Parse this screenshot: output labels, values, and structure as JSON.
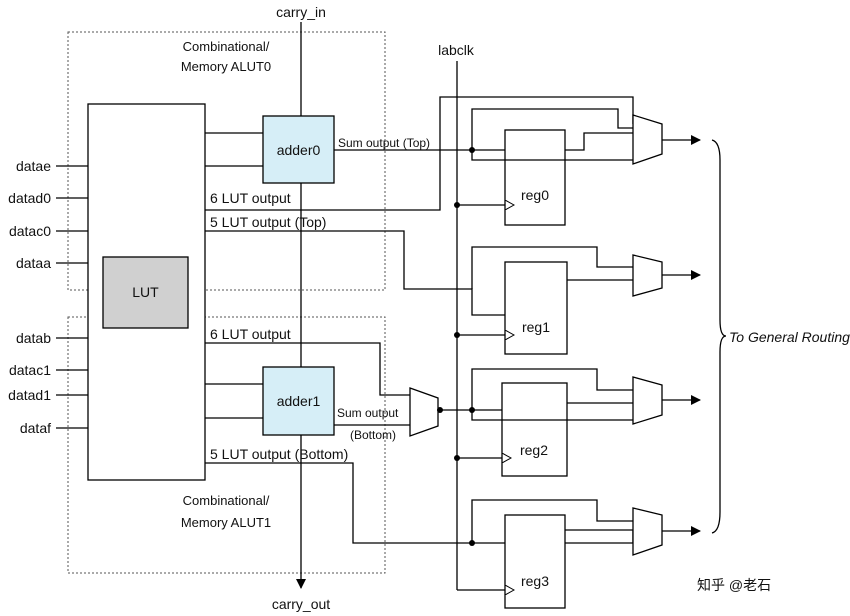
{
  "signals": {
    "carry_in": "carry_in",
    "carry_out": "carry_out",
    "labclk": "labclk",
    "inputs": [
      "datae",
      "datad0",
      "datac0",
      "dataa",
      "datab",
      "datac1",
      "datad1",
      "dataf"
    ]
  },
  "blocks": {
    "lut": "LUT",
    "adder0": "adder0",
    "adder1": "adder1",
    "reg0": "reg0",
    "reg1": "reg1",
    "reg2": "reg2",
    "reg3": "reg3",
    "alut0_line1": "Combinational/",
    "alut0_line2": "Memory ALUT0",
    "alut1_line1": "Combinational/",
    "alut1_line2": "Memory ALUT1"
  },
  "wire_labels": {
    "lut6_top": "6 LUT output",
    "lut5_top": "5 LUT output (Top)",
    "sum_top": "Sum output (Top)",
    "lut6_bottom": "6 LUT output",
    "lut5_bottom": "5 LUT output (Bottom)",
    "sum_bottom_line1": "Sum output",
    "sum_bottom_line2": "(Bottom)"
  },
  "routing": "To General Routing",
  "watermark": "知乎 @老石",
  "colors": {
    "adder_fill": "#d6eef7",
    "lut_fill": "#d0d0d0",
    "line": "#000000",
    "dashed_region": "#555555"
  }
}
